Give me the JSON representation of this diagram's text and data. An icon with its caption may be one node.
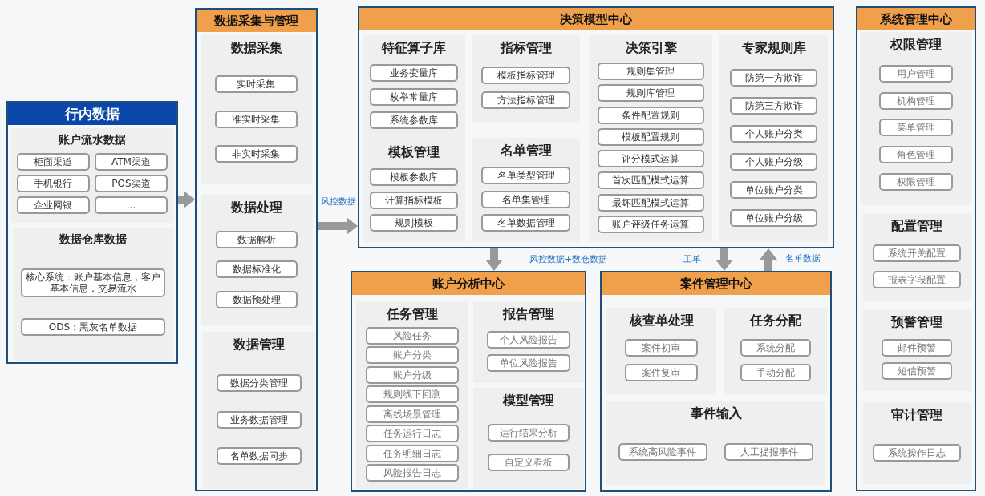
{
  "diagram": {
    "nodes": [
      {
        "text": [
          "行内数据"
        ]
      },
      {
        "text": [
          "账户流水数据"
        ],
        "in": 0
      },
      {
        "text": [
          "柜面渠道"
        ],
        "in": 1
      },
      {
        "text": [
          "ATM渠道"
        ],
        "in": 1
      },
      {
        "text": [
          "手机银行"
        ],
        "in": 1
      },
      {
        "text": [
          "POS渠道"
        ],
        "in": 1
      },
      {
        "text": [
          "企业网银"
        ],
        "in": 1
      },
      {
        "text": [
          "..."
        ],
        "in": 1
      },
      {
        "text": [
          "数据仓库数据"
        ],
        "in": 0
      },
      {
        "text": [
          "核心系统：账户基本信息，客户基本信息，交易流水"
        ],
        "in": 8
      },
      {
        "text": [
          "ODS：黑灰名单数据"
        ],
        "in": 8
      },
      {
        "text": [
          "数据采集与管理"
        ]
      },
      {
        "text": [
          "数据采集"
        ],
        "in": 11
      },
      {
        "text": [
          "实时采集"
        ],
        "in": 12
      },
      {
        "text": [
          "准实时采集"
        ],
        "in": 12
      },
      {
        "text": [
          "非实时采集"
        ],
        "in": 12
      },
      {
        "text": [
          "数据处理"
        ],
        "in": 11
      },
      {
        "text": [
          "数据解析"
        ],
        "in": 16
      },
      {
        "text": [
          "数据标准化"
        ],
        "in": 16
      },
      {
        "text": [
          "数据预处理"
        ],
        "in": 16
      },
      {
        "text": [
          "数据管理"
        ],
        "in": 11
      },
      {
        "text": [
          "数据分类管理"
        ],
        "in": 20
      },
      {
        "text": [
          "业务数据管理"
        ],
        "in": 20
      },
      {
        "text": [
          "名单数据同步"
        ],
        "in": 20
      },
      {
        "text": [
          "决策模型中心"
        ]
      },
      {
        "text": [
          "特征算子库"
        ],
        "in": 24
      },
      {
        "text": [
          "业务变量库"
        ],
        "in": 25
      },
      {
        "text": [
          "枚举常量库"
        ],
        "in": 25
      },
      {
        "text": [
          "系统参数库"
        ],
        "in": 25
      },
      {
        "text": [
          "模板管理"
        ],
        "in": 24
      },
      {
        "text": [
          "模板参数库"
        ],
        "in": 29
      },
      {
        "text": [
          "计算指标模板"
        ],
        "in": 29
      },
      {
        "text": [
          "规则模板"
        ],
        "in": 29
      },
      {
        "text": [
          "指标管理"
        ],
        "in": 24
      },
      {
        "text": [
          "模板指标管理"
        ],
        "in": 33
      },
      {
        "text": [
          "方法指标管理"
        ],
        "in": 33
      },
      {
        "text": [
          "名单管理"
        ],
        "in": 24
      },
      {
        "text": [
          "名单类型管理"
        ],
        "in": 36
      },
      {
        "text": [
          "名单集管理"
        ],
        "in": 36
      },
      {
        "text": [
          "名单数据管理"
        ],
        "in": 36
      },
      {
        "text": [
          "决策引擎"
        ],
        "in": 24
      },
      {
        "text": [
          "规则集管理"
        ],
        "in": 40
      },
      {
        "text": [
          "规则库管理"
        ],
        "in": 40
      },
      {
        "text": [
          "条件配置规则"
        ],
        "in": 40
      },
      {
        "text": [
          "模板配置规则"
        ],
        "in": 40
      },
      {
        "text": [
          "评分模式运算"
        ],
        "in": 40
      },
      {
        "text": [
          "首次匹配模式运算"
        ],
        "in": 40
      },
      {
        "text": [
          "最坏匹配模式运算"
        ],
        "in": 40
      },
      {
        "text": [
          "账户评级任务运算"
        ],
        "in": 40
      },
      {
        "text": [
          "专家规则库"
        ],
        "in": 24
      },
      {
        "text": [
          "防第一方欺诈"
        ],
        "in": 49
      },
      {
        "text": [
          "防第三方欺诈"
        ],
        "in": 49
      },
      {
        "text": [
          "个人账户分类"
        ],
        "in": 49
      },
      {
        "text": [
          "个人账户分级"
        ],
        "in": 49
      },
      {
        "text": [
          "单位账户分类"
        ],
        "in": 49
      },
      {
        "text": [
          "单位账户分级"
        ],
        "in": 49
      },
      {
        "text": [
          "账户分析中心"
        ]
      },
      {
        "text": [
          "任务管理"
        ],
        "in": 56
      },
      {
        "text": [
          "风险任务"
        ],
        "in": 57
      },
      {
        "text": [
          "账户分类"
        ],
        "in": 57
      },
      {
        "text": [
          "账户分级"
        ],
        "in": 57
      },
      {
        "text": [
          "规则线下回测"
        ],
        "in": 57
      },
      {
        "text": [
          "离线场景管理"
        ],
        "in": 57
      },
      {
        "text": [
          "任务运行日志"
        ],
        "in": 57
      },
      {
        "text": [
          "任务明细日志"
        ],
        "in": 57
      },
      {
        "text": [
          "风险报告日志"
        ],
        "in": 57
      },
      {
        "text": [
          "报告管理"
        ],
        "in": 56
      },
      {
        "text": [
          "个人风险报告"
        ],
        "in": 66
      },
      {
        "text": [
          "单位风险报告"
        ],
        "in": 66
      },
      {
        "text": [
          "模型管理"
        ],
        "in": 56
      },
      {
        "text": [
          "运行结果分析"
        ],
        "in": 69
      },
      {
        "text": [
          "自定义看板"
        ],
        "in": 69
      },
      {
        "text": [
          "案件管理中心"
        ]
      },
      {
        "text": [
          "核查单处理"
        ],
        "in": 72
      },
      {
        "text": [
          "案件初审"
        ],
        "in": 73
      },
      {
        "text": [
          "案件复审"
        ],
        "in": 73
      },
      {
        "text": [
          "任务分配"
        ],
        "in": 72
      },
      {
        "text": [
          "系统分配"
        ],
        "in": 76
      },
      {
        "text": [
          "手动分配"
        ],
        "in": 76
      },
      {
        "text": [
          "事件输入"
        ],
        "in": 72
      },
      {
        "text": [
          "系统高风险事件"
        ],
        "in": 79
      },
      {
        "text": [
          "人工提报事件"
        ],
        "in": 79
      },
      {
        "text": [
          "系统管理中心"
        ]
      },
      {
        "text": [
          "权限管理"
        ],
        "in": 82
      },
      {
        "text": [
          "用户管理"
        ],
        "in": 83
      },
      {
        "text": [
          "机构管理"
        ],
        "in": 83
      },
      {
        "text": [
          "菜单管理"
        ],
        "in": 83
      },
      {
        "text": [
          "角色管理"
        ],
        "in": 83
      },
      {
        "text": [
          "权限管理"
        ],
        "in": 83
      },
      {
        "text": [
          "配置管理"
        ],
        "in": 82
      },
      {
        "text": [
          "系统开关配置"
        ],
        "in": 89
      },
      {
        "text": [
          "报表字段配置"
        ],
        "in": 89
      },
      {
        "text": [
          "预警管理"
        ],
        "in": 82
      },
      {
        "text": [
          "邮件预警"
        ],
        "in": 92
      },
      {
        "text": [
          "短信预警"
        ],
        "in": 92
      },
      {
        "text": [
          "审计管理"
        ],
        "in": 82
      },
      {
        "text": [
          "系统操作日志"
        ],
        "in": 95
      }
    ],
    "edges": [
      {
        "from": 0,
        "to": 11,
        "arrow": "to"
      },
      {
        "from": 11,
        "to": 24,
        "arrow": "to",
        "label": "风控数据"
      },
      {
        "from": 24,
        "to": 56,
        "arrow": "to",
        "label": "风控数据+数仓数据"
      },
      {
        "from": 24,
        "to": 72,
        "arrow": "to",
        "label": "工单"
      },
      {
        "from": 72,
        "to": 24,
        "arrow": "to",
        "label": "名单数据"
      }
    ]
  }
}
